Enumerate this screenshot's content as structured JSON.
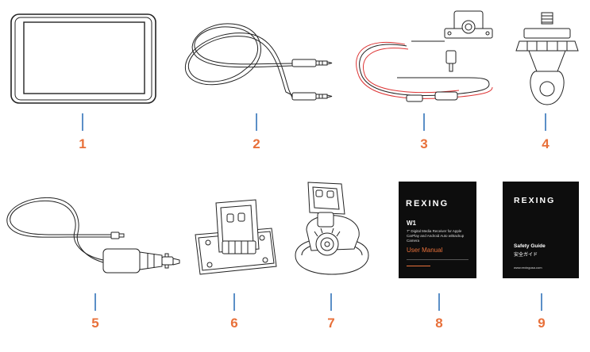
{
  "items": [
    {
      "number": "1",
      "name": "display"
    },
    {
      "number": "2",
      "name": "aux-cable"
    },
    {
      "number": "3",
      "name": "backup-camera"
    },
    {
      "number": "4",
      "name": "adapter-mount"
    },
    {
      "number": "5",
      "name": "car-charger"
    },
    {
      "number": "6",
      "name": "adhesive-mount"
    },
    {
      "number": "7",
      "name": "suction-mount"
    },
    {
      "number": "8",
      "name": "user-manual"
    },
    {
      "number": "9",
      "name": "safety-guide"
    }
  ],
  "manual": {
    "brand": "REXING",
    "model": "W1",
    "description": "7\" Digital Media Receiver for Apple CarPlay and Android Auto w/Backup Camera",
    "title": "User Manual"
  },
  "safety_guide": {
    "brand": "REXING",
    "title": "Safety Guide",
    "subtitle": "安全ガイド",
    "url": "www.rexingusa.com"
  },
  "colors": {
    "number": "#e8703a",
    "leader": "#5b8fc7",
    "booklet": "#0d0d0d"
  }
}
